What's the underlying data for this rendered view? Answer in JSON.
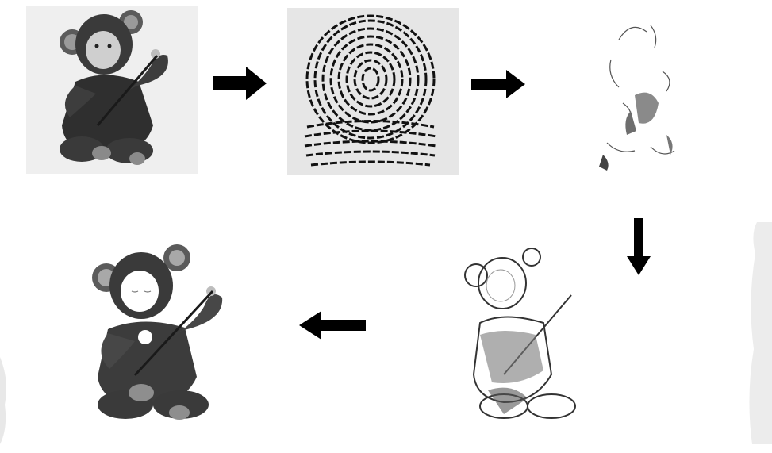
{
  "diagram": {
    "steps": [
      {
        "id": "original-image",
        "icon": "child-photo-icon"
      },
      {
        "id": "fingerprint-image",
        "icon": "fingerprint-icon"
      },
      {
        "id": "extracted-fingerprint-pattern",
        "icon": "sparse-residual-icon"
      },
      {
        "id": "partial-reconstruction",
        "icon": "child-sketch-icon"
      },
      {
        "id": "recovered-image",
        "icon": "child-photo-icon"
      }
    ],
    "arrows": [
      "right",
      "right",
      "down",
      "left"
    ],
    "colors": {
      "arrow": "#000000",
      "panel_background": "#efefef",
      "fingerprint_background": "#e6e6e6",
      "ink": "#1f1f1f"
    }
  }
}
